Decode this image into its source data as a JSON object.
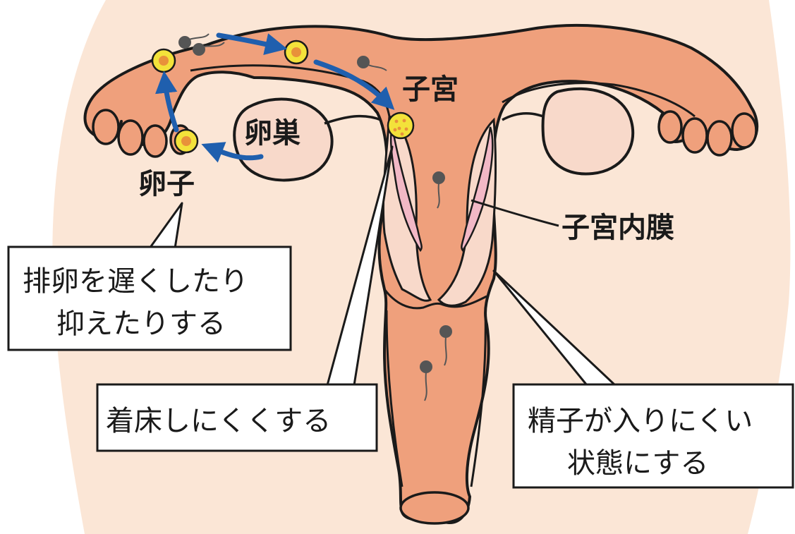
{
  "labels": {
    "uterus": "子宮",
    "ovary": "卵巣",
    "egg": "卵子",
    "endometrium": "子宮内膜"
  },
  "callouts": {
    "ovulation": [
      "排卵を遅くしたり",
      "抑えたりする"
    ],
    "implantation": "着床しにくくする",
    "sperm": [
      "精子が入りにくい",
      "状態にする"
    ]
  },
  "colors": {
    "background": "#fbe6d6",
    "organ": "#efa07c",
    "ovary": "#f8d9ca",
    "lining": "#f2b8c6",
    "outline": "#1a1a1a",
    "arrow": "#1f5fae",
    "egg_fill": "#f3e23a",
    "egg_core": "#e8923a",
    "sperm": "#555555"
  }
}
